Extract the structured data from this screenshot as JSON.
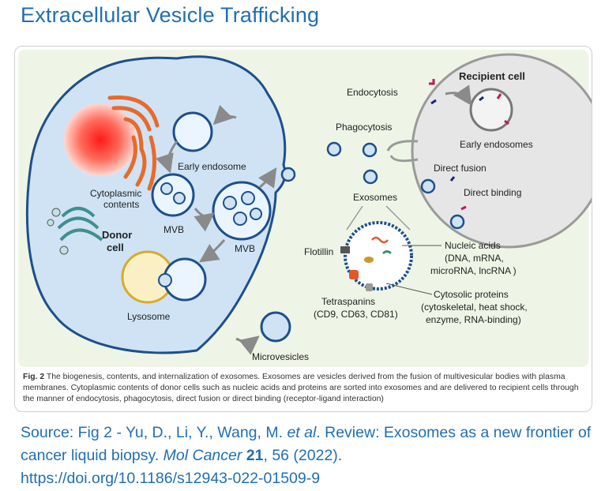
{
  "page": {
    "title": "Extracellular Vesicle Trafficking"
  },
  "diagram": {
    "labels": {
      "recipient_cell": "Recipient cell",
      "endocytosis": "Endocytosis",
      "early_endosomes": "Early endosomes",
      "phagocytosis": "Phagocytosis",
      "direct_fusion": "Direct fusion",
      "direct_binding": "Direct binding",
      "exosomes": "Exosomes",
      "early_endosome": "Early endosome",
      "cytoplasmic_contents_1": "Cytoplasmic",
      "cytoplasmic_contents_2": "contents",
      "mvb_left": "MVB",
      "mvb_right": "MVB",
      "donor_cell_1": "Donor",
      "donor_cell_2": "cell",
      "lysosome": "Lysosome",
      "flotillin": "Flotillin",
      "nucleic_acids_1": "Nucleic acids",
      "nucleic_acids_2": "(DNA, mRNA,",
      "nucleic_acids_3": "microRNA, lncRNA )",
      "tetraspanins_1": "Tetraspanins",
      "tetraspanins_2": "(CD9, CD63, CD81)",
      "cytosolic_1": "Cytosolic proteins",
      "cytosolic_2": "(cytoskeletal, heat shock,",
      "cytosolic_3": "enzyme, RNA-binding)",
      "microvesicles": "Microvesicles"
    },
    "caption": {
      "fig_label": "Fig. 2",
      "text": "The biogenesis, contents, and internalization of exosomes. Exosomes are vesicles derived from the fusion of multivesicular bodies with plasma membranes. Cytoplasmic contents of donor cells such as nucleic acids and proteins are sorted into exosomes and are delivered to recipient cells through the manner of endocytosis, phagocytosis, direct fusion or direct binding (receptor-ligand interaction)"
    }
  },
  "source": {
    "prefix": "Source: Fig 2 - Yu, D., Li, Y., Wang, M. ",
    "etal": "et al",
    "middle": ". Review: Exosomes as a new frontier of cancer liquid biopsy. ",
    "journal": "Mol Cancer",
    "space1": " ",
    "volume": "21",
    "rest": ", 56 (2022).",
    "doi": "https://doi.org/10.1186/s12943-022-01509-9"
  },
  "colors": {
    "title": "#1f6fb2",
    "donor_cell_fill": "#cfe3f5",
    "recipient_cell_fill": "#e6e6e6",
    "vesicle_outline": "#1e4f8c",
    "lysosome_fill": "#fbf0c5",
    "lysosome_outline": "#d9aa2b",
    "background_tint": "#eef5e6"
  }
}
